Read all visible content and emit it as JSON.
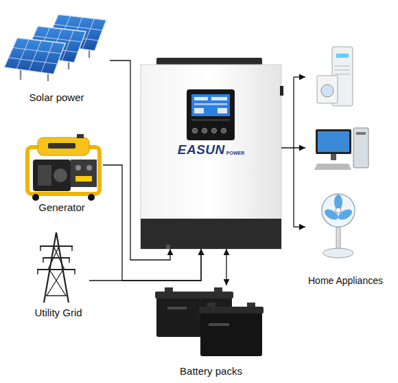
{
  "diagram": {
    "nodes": [
      {
        "text": [
          "Solar power"
        ]
      },
      {
        "text": [
          "Generator"
        ]
      },
      {
        "text": [
          "Utility Grid"
        ]
      },
      {
        "text": [
          "EASUN",
          "POWER"
        ]
      },
      {
        "text": [
          "Battery packs"
        ]
      },
      {
        "text": [
          "Home Appliances"
        ]
      }
    ],
    "edges": [
      {
        "from": 0,
        "to": 3,
        "arrow": "to"
      },
      {
        "from": 1,
        "to": 3,
        "arrow": "to"
      },
      {
        "from": 2,
        "to": 3,
        "arrow": "to"
      },
      {
        "from": 3,
        "to": 4,
        "arrow": "both"
      },
      {
        "from": 3,
        "to": 5,
        "arrow": "to"
      }
    ]
  }
}
